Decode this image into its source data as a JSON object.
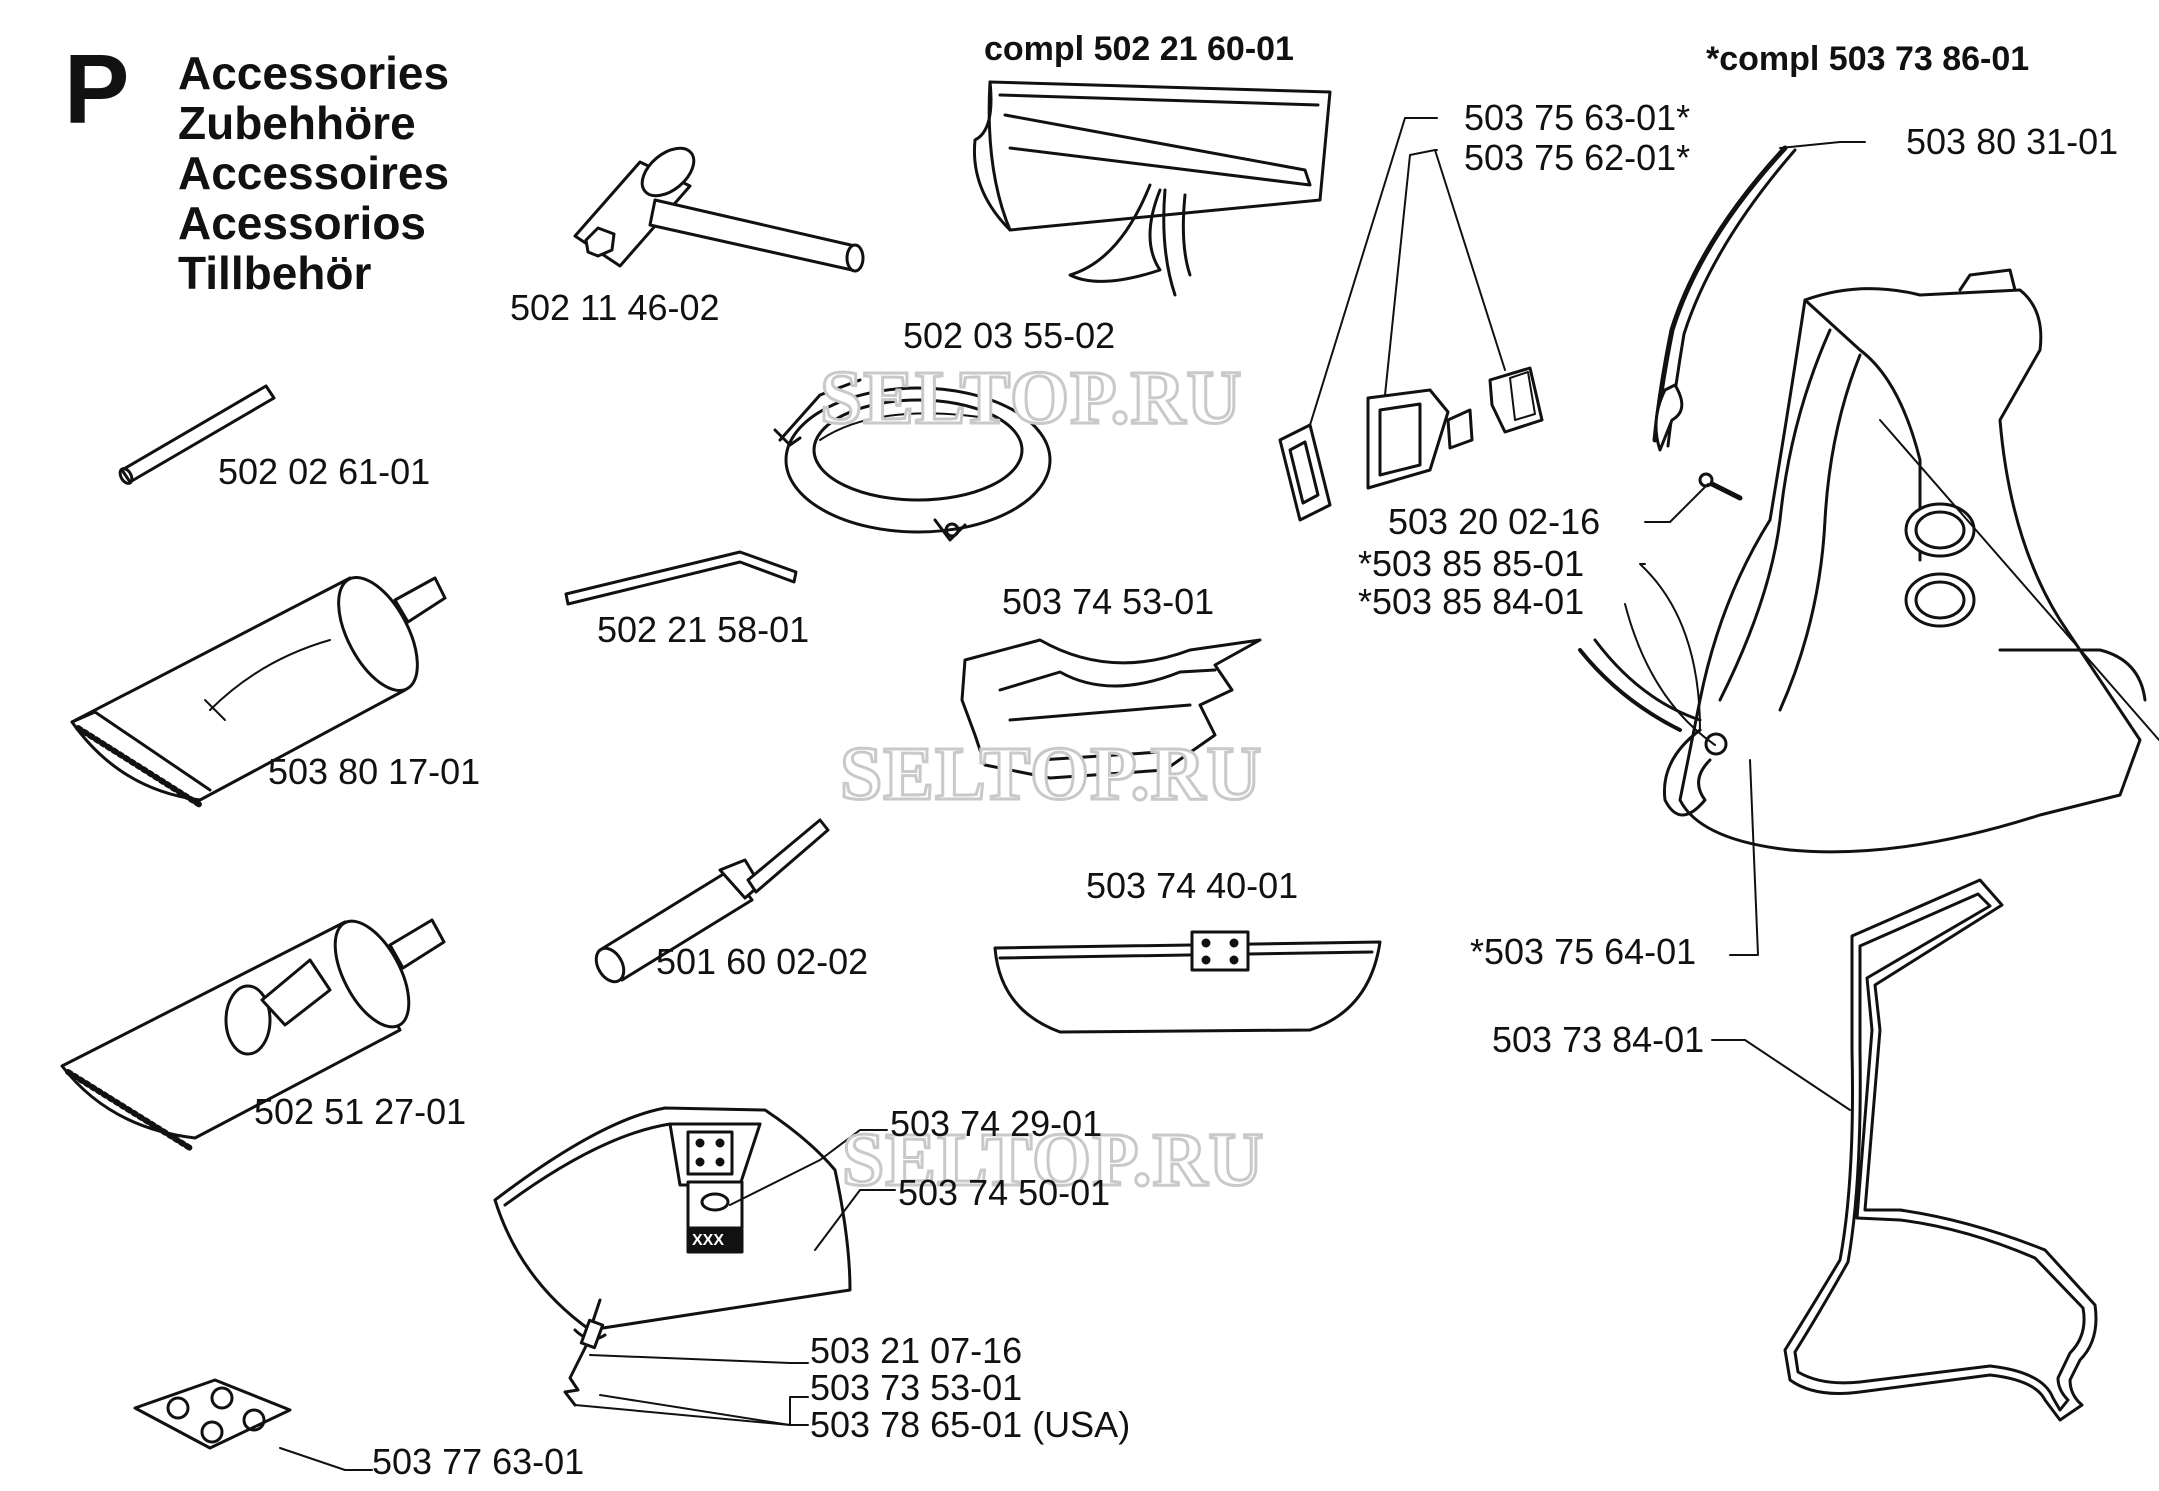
{
  "section": {
    "letter": "P",
    "titles": [
      "Accessories",
      "Zubehhöre",
      "Accessoires",
      "Acessorios",
      "Tillbehör"
    ]
  },
  "assemblies": {
    "bag_kit": "compl 502 21 60-01",
    "harness_kit": "*compl 503 73 86-01"
  },
  "watermark": "SELTOP.RU",
  "parts": [
    {
      "id": "p1",
      "number": "502 11 46-02",
      "item": "combination-wrench"
    },
    {
      "id": "p2",
      "number": "502 03 55-02",
      "item": "spool-ring"
    },
    {
      "id": "p3",
      "number": "502 02 61-01",
      "item": "rod"
    },
    {
      "id": "p4",
      "number": "502 21 58-01",
      "item": "hex-key"
    },
    {
      "id": "p5",
      "number": "503 80 17-01",
      "item": "grease-tube"
    },
    {
      "id": "p6",
      "number": "502 51 27-01",
      "item": "grease-tube-with-nozzle"
    },
    {
      "id": "p7",
      "number": "501 60 02-02",
      "item": "file"
    },
    {
      "id": "p8",
      "number": "503 74 53-01",
      "item": "blade-guard"
    },
    {
      "id": "p9",
      "number": "503 74 40-01",
      "item": "guard-cover"
    },
    {
      "id": "p10",
      "number": "503 74 29-01",
      "item": "label"
    },
    {
      "id": "p11",
      "number": "503 74 50-01",
      "item": "trimmer-guard"
    },
    {
      "id": "p12",
      "number": "503 21 07-16",
      "item": "screw"
    },
    {
      "id": "p13",
      "number": "503 73 53-01",
      "item": "line-cutter"
    },
    {
      "id": "p14",
      "number": "503 78 65-01 (USA)",
      "item": "line-cutter-usa"
    },
    {
      "id": "p15",
      "number": "503 77 63-01",
      "item": "pad"
    },
    {
      "id": "p16",
      "number": "503 75 63-01*",
      "item": "buckle-slide"
    },
    {
      "id": "p17",
      "number": "503 75 62-01*",
      "item": "buckle"
    },
    {
      "id": "p18",
      "number": "503 80 31-01",
      "item": "shoulder-strap"
    },
    {
      "id": "p19",
      "number": "503 20 02-16",
      "item": "harness-screw"
    },
    {
      "id": "p20",
      "number": "*503 85 85-01",
      "item": "hip-strap"
    },
    {
      "id": "p21",
      "number": "*503 85 84-01",
      "item": "hip-strap-2"
    },
    {
      "id": "p22",
      "number": "*503 75 64-01",
      "item": "hook"
    },
    {
      "id": "p23",
      "number": "503 73 84-01",
      "item": "frame"
    }
  ],
  "label_text": {
    "guard_mark": "XXX"
  }
}
